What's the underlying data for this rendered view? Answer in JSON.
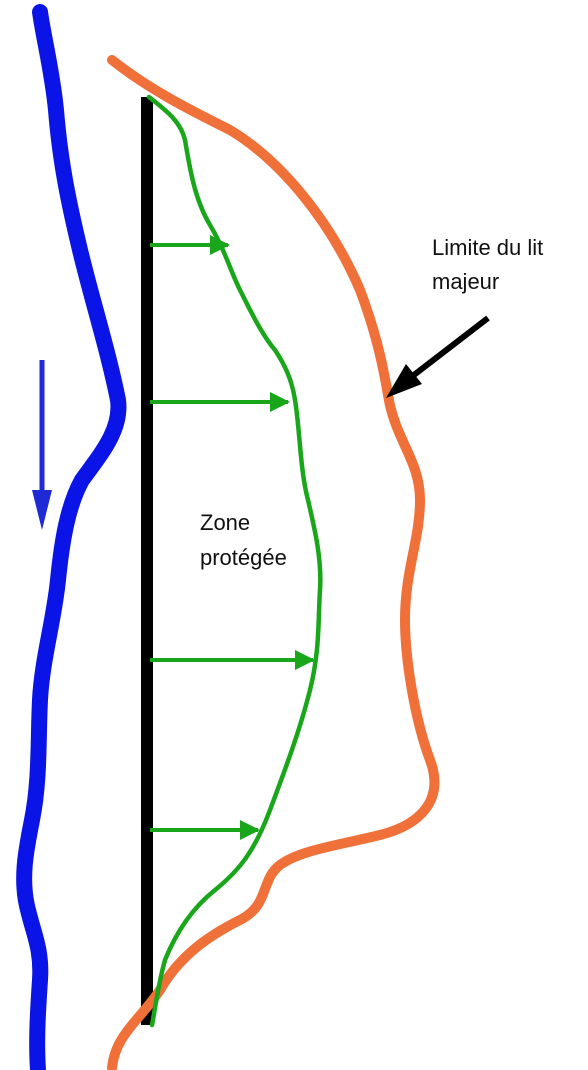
{
  "labels": {
    "limit_line1": "Limite du lit",
    "limit_line2": "majeur",
    "zone_line1": "Zone",
    "zone_line2": "protégée"
  },
  "colors": {
    "river": "#0a14e6",
    "dike": "#000000",
    "floodplain_limit": "#f0703a",
    "protected_zone": "#1aa61a",
    "pointer_arrow": "#000000",
    "flow_arrow": "#1f2ad6",
    "background": "#ffffff"
  },
  "icons": {
    "flow_direction": "arrow-down-icon",
    "limit_pointer": "arrow-pointer-icon",
    "protection_arrows": "arrow-right-icon"
  }
}
